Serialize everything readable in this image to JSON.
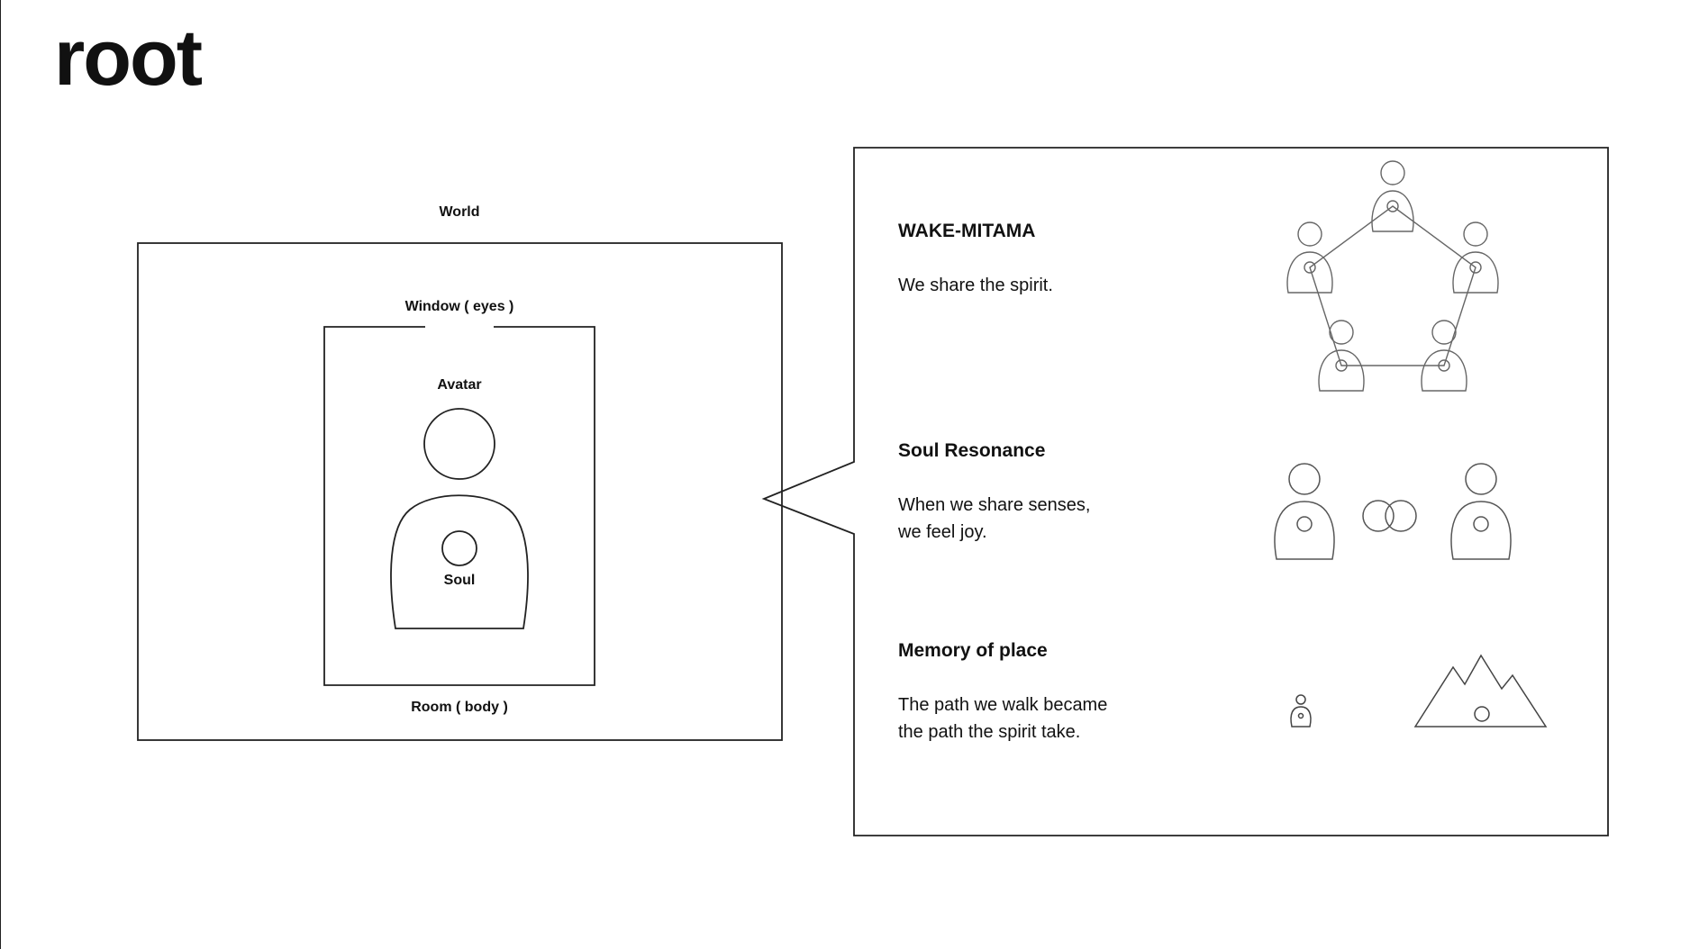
{
  "logo": "root",
  "left_diagram": {
    "world_label": "World",
    "window_label": "Window ( eyes )",
    "avatar_label": "Avatar",
    "soul_label": "Soul",
    "room_label": "Room ( body )"
  },
  "sections": [
    {
      "title": "WAKE-MITAMA",
      "lines": [
        "We share the spirit."
      ],
      "icon": "network-of-five-figures-icon"
    },
    {
      "title": "Soul Resonance",
      "lines": [
        "When we share senses,",
        "we feel joy."
      ],
      "icon": "two-figures-resonance-icon"
    },
    {
      "title": "Memory of place",
      "lines": [
        "The path we walk became",
        "the path the spirit take."
      ],
      "icon": "figure-and-mountain-icon"
    }
  ],
  "colors": {
    "line": "#222222",
    "icon_line": "#666666",
    "background": "#ffffff"
  }
}
